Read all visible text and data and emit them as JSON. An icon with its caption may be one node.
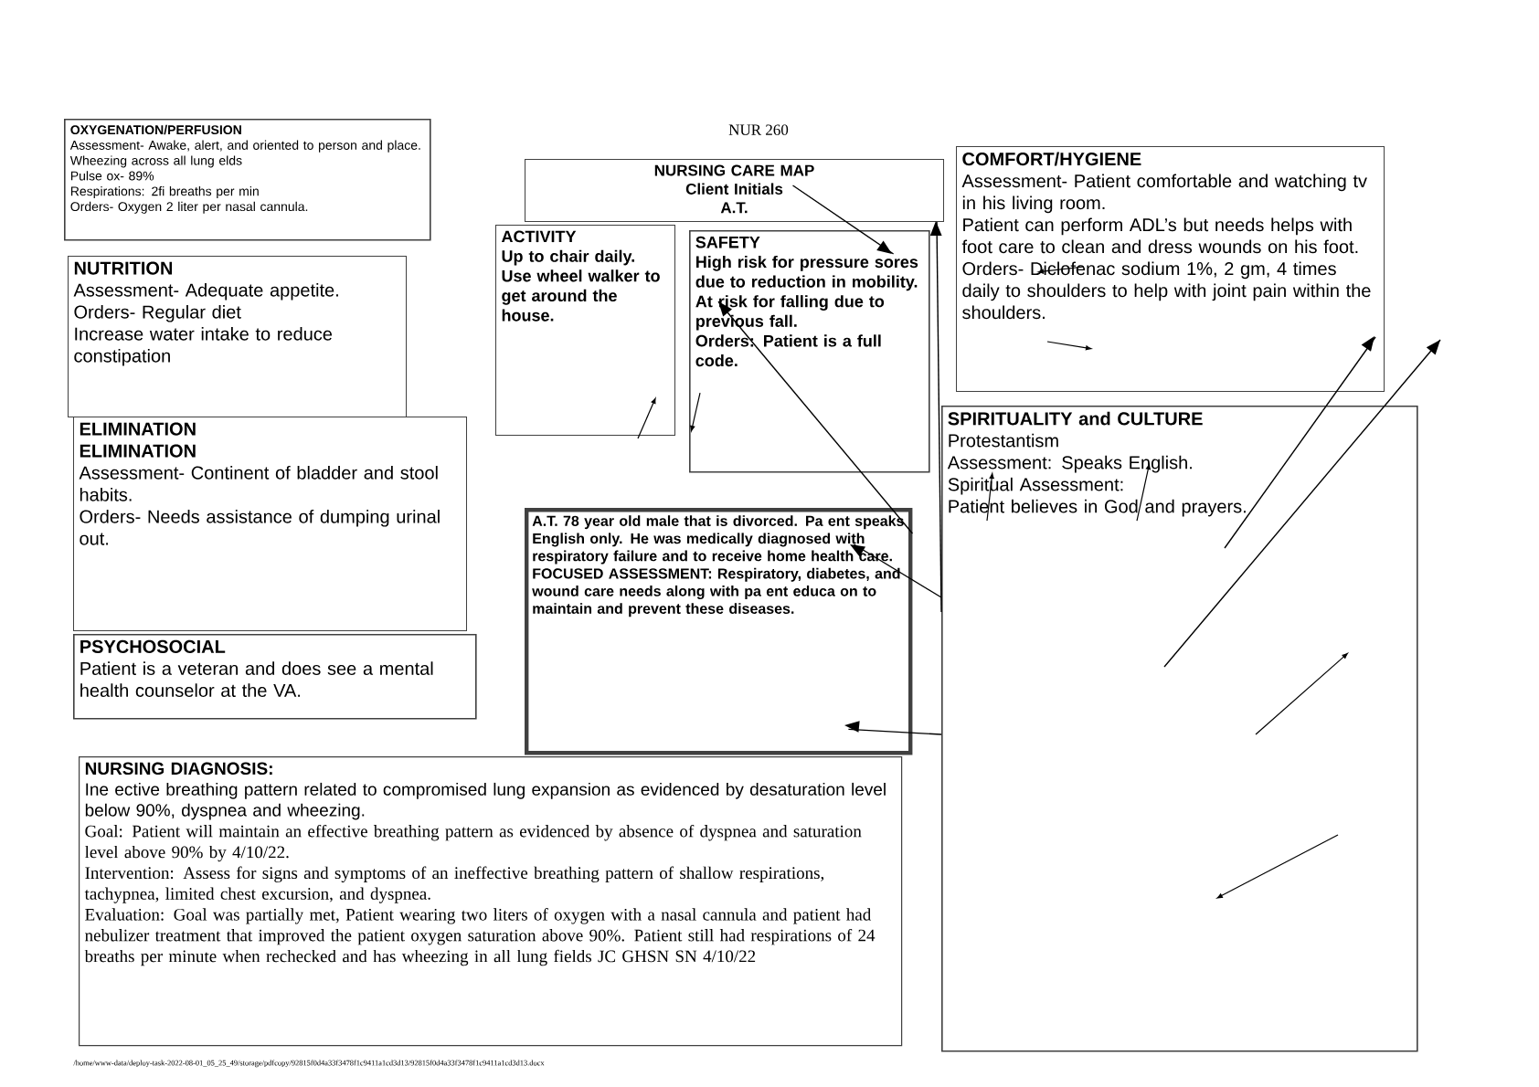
{
  "diagram": {
    "title": "NUR 260",
    "nodes": [
      {
        "text": [
          "OXYGENATION/PERFUSION",
          "Assessment- Awake, alert, and oriented to person and place. Wheezing across all lung elds",
          "Pulse ox- 89%",
          "Respirations: 2fi breaths per min",
          "Orders- Oxygen 2 liter per nasal cannula."
        ]
      },
      {
        "text": [
          "NURSING CARE MAP",
          "Client Initials",
          "A.T."
        ]
      },
      {
        "text": [
          "COMFORT/HYGIENE",
          "Assessment- Patient comfortable and watching tv in his living room.",
          "Patient can perform ADL’s but needs helps with foot care to clean and dress wounds on his foot.",
          "Orders- Diclofenac sodium 1%, 2 gm, 4 times daily to shoulders to help with joint pain within the shoulders."
        ]
      },
      {
        "text": [
          "NUTRITION",
          "Assessment- Adequate appetite.",
          "Orders- Regular diet",
          "Increase water intake to reduce constipation"
        ]
      },
      {
        "text": [
          "ACTIVITY",
          "Up to chair daily. Use wheel walker to get around the house."
        ]
      },
      {
        "text": [
          "SAFETY",
          "High risk for pressure sores due to reduction in mobility.",
          "At risk for falling due to previous fall.",
          "Orders: Patient is a full code."
        ]
      },
      {
        "text": [
          "ELIMINATION",
          "ELIMINATION",
          "Assessment- Continent of bladder and stool habits.",
          "Orders- Needs assistance of dumping urinal out."
        ]
      },
      {
        "text": [
          "SPIRITUALITY and CULTURE",
          "Protestantism",
          "Assessment: Speaks English.",
          "Spiritual Assessment:",
          "Patient believes in God and prayers."
        ]
      },
      {
        "text": [
          "A.T. 78 year old male that is divorced. Pa ent speaks English only. He was medically diagnosed with respiratory failure and to receive home health care.",
          "FOCUSED ASSESSMENT: Respiratory, diabetes, and wound care needs along with pa ent educa on to maintain and prevent these diseases."
        ]
      },
      {
        "text": [
          "PSYCHOSOCIAL",
          "Patient is a veteran and does see a mental health counselor at the VA."
        ]
      },
      {
        "text": [
          "NURSING DIAGNOSIS:",
          "Ine ective breathing pattern related to compromised lung expansion as evidenced by desaturation level below 90%, dyspnea and wheezing.",
          "Goal: Patient will maintain an effective breathing pattern as evidenced by absence of dyspnea and saturation level above 90% by 4/10/22.",
          "Intervention: Assess for signs and symptoms of an ineffective breathing pattern of shallow respirations, tachypnea, limited chest excursion, and dyspnea.",
          "Evaluation: Goal was partially met, Patient wearing two liters of oxygen with a nasal cannula and patient had nebulizer treatment that improved the patient oxygen saturation above 90%.  Patient still had respirations of 24 breaths per minute when rechecked and has wheezing in all lung fields JC GHSN SN 4/10/22"
        ]
      }
    ],
    "edges": [
      {
        "from": 1,
        "to": 5,
        "arrow": "to"
      },
      {
        "from": 7,
        "to": 1,
        "arrow": "to"
      },
      {
        "from": 8,
        "to": 5,
        "arrow": "to"
      },
      {
        "from": 7,
        "to": 8,
        "arrow": "to"
      },
      {
        "from": 7,
        "to": 8,
        "arrow": "to"
      },
      {
        "from": 7,
        "to": 2,
        "arrow": "to"
      },
      {
        "from": 7,
        "to": null,
        "arrow": "to"
      }
    ],
    "labels": [
      "/home/www-data/deploy-task-2022-08-01_05_25_49/storage/pdfcopy/92815f0d4a33f3478f1c9411a1cd3d13/92815f0d4a33f3478f1c9411a1cd3d13.docx"
    ]
  }
}
